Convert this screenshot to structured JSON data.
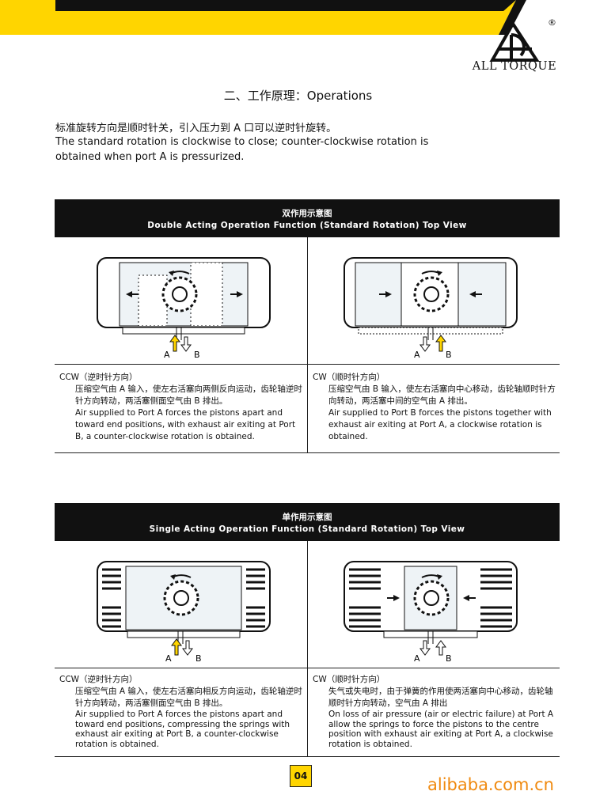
{
  "brand": {
    "name": "ALL TORQUE",
    "reg_mark": "®"
  },
  "heading": "二、工作原理：Operations",
  "intro": {
    "cn": "标准旋转方向是顺时针关，引入压力到 A 口可以逆时针旋转。",
    "en": "The standard rotation is clockwise to close; counter-clockwise rotation is obtained when port A is pressurized."
  },
  "double_acting": {
    "title_cn": "双作用示意图",
    "title_en": "Double Acting Operation Function (Standard Rotation) Top View",
    "ports": {
      "a": "A",
      "b": "B"
    },
    "ccw": {
      "label": "CCW（逆时针方向）",
      "cn": "压缩空气由 A 输入，使左右活塞向两侧反向运动，齿轮轴逆时针方向转动，两活塞侧面空气由 B 排出。",
      "en": "Air supplied to Port A forces the pistons apart and toward end positions, with exhaust air exiting at Port B, a counter-clockwise rotation is obtained."
    },
    "cw": {
      "label": "CW（顺时针方向）",
      "cn": "压缩空气由 B 输入，使左右活塞向中心移动，齿轮轴顺时针方向转动，两活塞中间的空气由 A 排出。",
      "en": "Air supplied to Port B forces the pistons together with exhaust air exiting at Port A, a clockwise rotation is obtained."
    }
  },
  "single_acting": {
    "title_cn": "单作用示意图",
    "title_en": "Single Acting Operation Function (Standard Rotation) Top View",
    "ports": {
      "a": "A",
      "b": "B"
    },
    "ccw": {
      "label": "CCW（逆时针方向）",
      "cn": "压缩空气由 A 输入，使左右活塞向相反方向运动，齿轮轴逆时针方向转动，两活塞侧面空气由 B 排出。",
      "en": "Air supplied to Port A forces the pistons apart and toward end positions, compressing the springs with exhaust air exiting at Port B, a counter-clockwise rotation is obtained."
    },
    "cw": {
      "label": "CW（顺时针方向）",
      "cn": "失气或失电时，由于弹簧的作用使两活塞向中心移动，齿轮轴顺时针方向转动，空气由 A 排出",
      "en": "On loss of air pressure (air or electric failure) at Port A allow the springs to force the pistons to the centre position with exhaust air exiting at Port A, a clockwise rotation is obtained."
    }
  },
  "page_number": "04",
  "watermark": "alibaba.com.cn",
  "colors": {
    "accent": "#ffd500",
    "dark": "#111111",
    "watermark": "#f08a10"
  }
}
